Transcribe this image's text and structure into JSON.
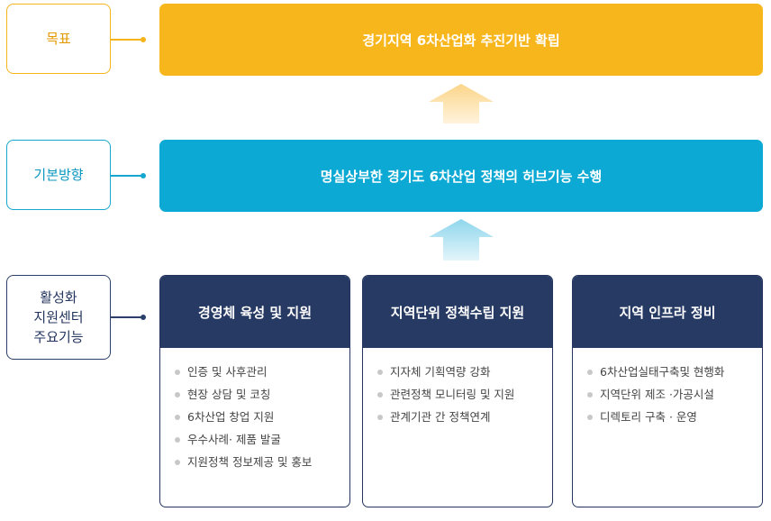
{
  "labels": {
    "goal": "목표",
    "direction": "기본방향",
    "functions": [
      "활성화",
      "지원센터",
      "주요기능"
    ]
  },
  "banners": {
    "goal": "경기지역 6차산업화 추진기반 확립",
    "direction": "명실상부한 경기도 6차산업 정책의 허브기능 수행"
  },
  "cards": [
    {
      "title": "경영체 육성 및 지원",
      "items": [
        "인증 및 사후관리",
        "현장 상담 및 코칭",
        "6차산업 창업 지원",
        "우수사례· 제품 발굴",
        "지원정책 정보제공 및 홍보"
      ]
    },
    {
      "title": "지역단위 정책수립 지원",
      "items": [
        "지자체 기획역량 강화",
        "관련정책 모니터링 및 지원",
        "관계기관 간 정책연계"
      ]
    },
    {
      "title": "지역 인프라 정비",
      "items": [
        "6차산업실태구축및 현행화",
        "지역단위 제조 ·가공시설",
        "디렉토리 구축 · 운영"
      ]
    }
  ],
  "colors": {
    "goal": "#f8b61d",
    "direction": "#0ba9d3",
    "functions": "#273a64"
  }
}
